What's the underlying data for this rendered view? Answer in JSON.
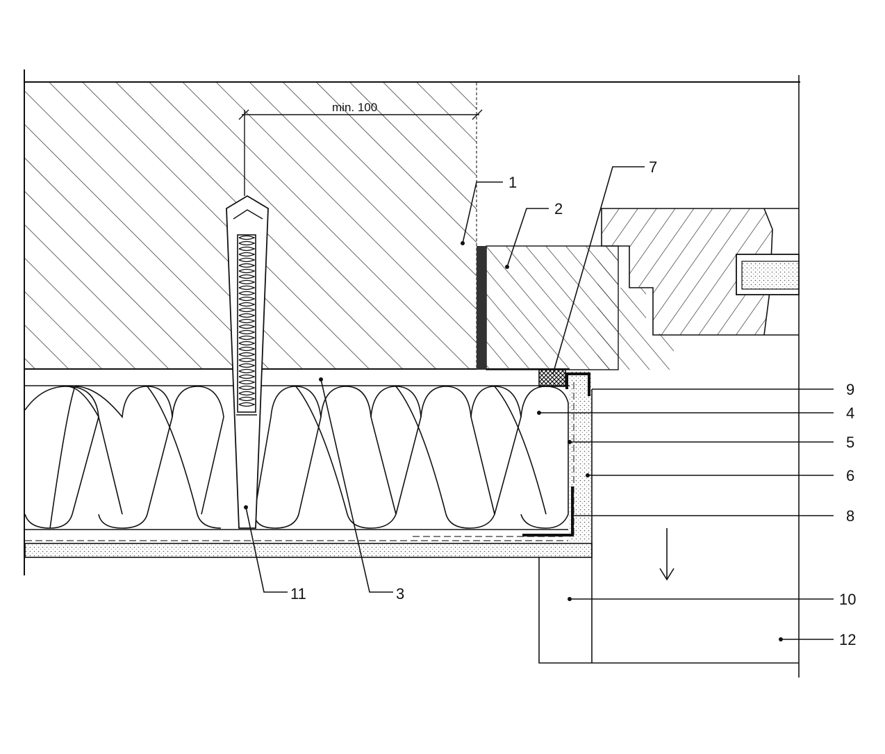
{
  "dimension": {
    "label": "min. 100"
  },
  "callouts": [
    {
      "id": "1",
      "label": "1"
    },
    {
      "id": "2",
      "label": "2"
    },
    {
      "id": "3",
      "label": "3"
    },
    {
      "id": "4",
      "label": "4"
    },
    {
      "id": "5",
      "label": "5"
    },
    {
      "id": "6",
      "label": "6"
    },
    {
      "id": "7",
      "label": "7"
    },
    {
      "id": "8",
      "label": "8"
    },
    {
      "id": "9",
      "label": "9"
    },
    {
      "id": "10",
      "label": "10"
    },
    {
      "id": "11",
      "label": "11"
    },
    {
      "id": "12",
      "label": "12"
    }
  ],
  "direction_arrow": "down-arrow-icon"
}
